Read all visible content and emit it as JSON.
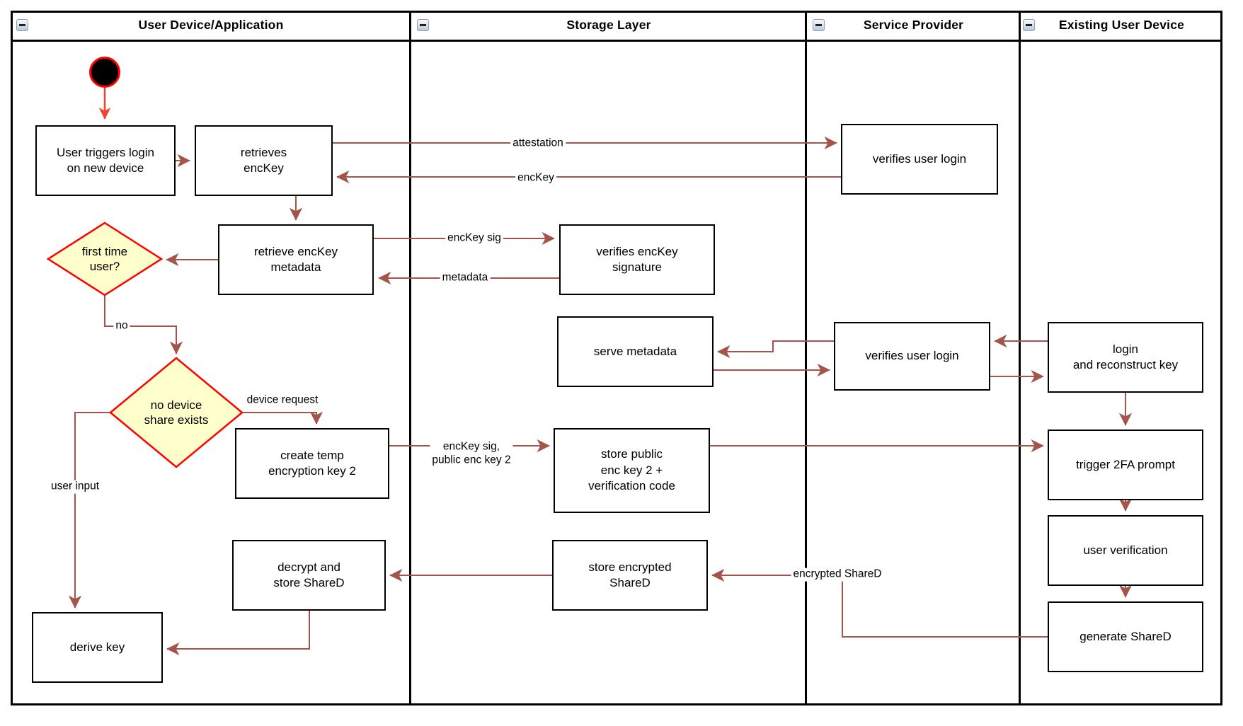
{
  "diagram_type": "uml-activity-swimlane",
  "lanes": [
    {
      "label": "User Device/Application",
      "collapse_icon": "minus"
    },
    {
      "label": "Storage Layer",
      "collapse_icon": "minus"
    },
    {
      "label": "Service Provider",
      "collapse_icon": "minus"
    },
    {
      "label": "Existing User Device",
      "collapse_icon": "minus"
    }
  ],
  "nodes": {
    "start": {
      "type": "initial-node"
    },
    "user_triggers_login": {
      "label": "User triggers login\non new device"
    },
    "retrieves_enckey": {
      "label": "retrieves\nencKey"
    },
    "retrieve_enckey_metadata": {
      "label": "retrieve encKey\nmetadata"
    },
    "first_time_user": {
      "label": "first time\nuser?",
      "type": "decision"
    },
    "no_device_share_exists": {
      "label": "no device\nshare exists",
      "type": "decision"
    },
    "create_temp_key2": {
      "label": "create temp\nencryption key 2"
    },
    "derive_key": {
      "label": "derive key"
    },
    "decrypt_store_shared": {
      "label": "decrypt and\nstore ShareD"
    },
    "verifies_enckey_signature": {
      "label": "verifies encKey\nsignature"
    },
    "serve_metadata": {
      "label": "serve metadata"
    },
    "store_public_enc_key2": {
      "label": "store public\nenc key 2 +\nverification code"
    },
    "store_encrypted_shared": {
      "label": "store encrypted\nShareD"
    },
    "verifies_user_login_top": {
      "label": "verifies user login"
    },
    "verifies_user_login_mid": {
      "label": "verifies user login"
    },
    "login_reconstruct_key": {
      "label": "login\nand reconstruct key"
    },
    "trigger_2fa_prompt": {
      "label": "trigger 2FA prompt"
    },
    "user_verification": {
      "label": "user verification"
    },
    "generate_shared": {
      "label": "generate ShareD"
    }
  },
  "edge_labels": {
    "attestation": "attestation",
    "enckey": "encKey",
    "enckey_sig": "encKey sig",
    "metadata": "metadata",
    "no": "no",
    "device_request": "device request",
    "enckey_sig_public_key2": "encKey sig,\npublic enc key 2",
    "user_input": "user input",
    "encrypted_shared": "encrypted ShareD"
  },
  "colors": {
    "flow_arrow": "#a5544b",
    "start_arrow": "#f4432c",
    "start_fill": "#000000",
    "decision_fill": "#ffffcc",
    "decision_border": "#ff0100",
    "node_border": "#000000",
    "node_fill": "#ffffff"
  }
}
